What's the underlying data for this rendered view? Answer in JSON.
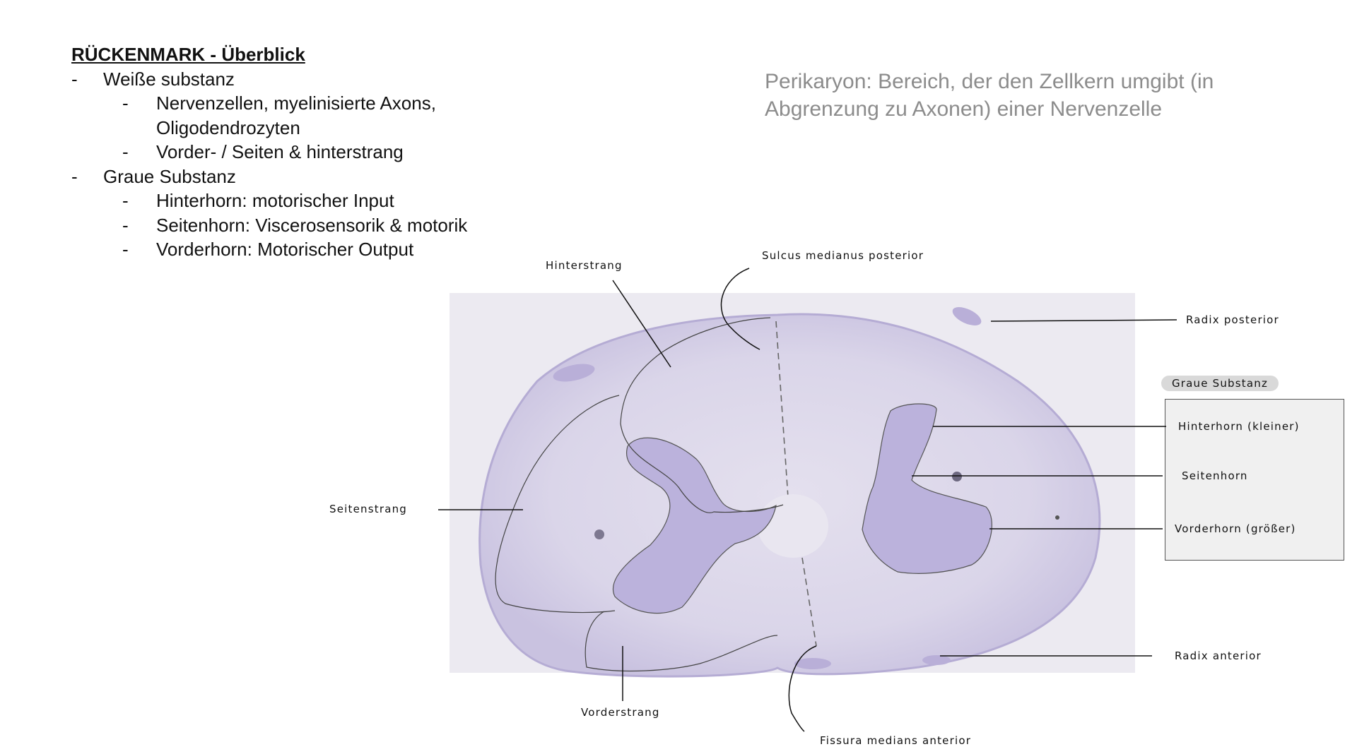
{
  "notes": {
    "title": "RÜCKENMARK - Überblick",
    "dash": "-",
    "items": [
      {
        "text": "Weiße substanz",
        "sub": [
          "Nervenzellen, myelinisierte Axons,\nOligodendrozyten",
          "Vorder- / Seiten & hinterstrang"
        ]
      },
      {
        "text": "Graue Substanz",
        "sub": [
          "Hinterhorn: motorischer Input",
          "Seitenhorn: Viscerosensorik & motorik",
          "Vorderhorn: Motorischer Output"
        ]
      }
    ]
  },
  "definition": "Perikaryon: Bereich, der den Zellkern umgibt (in Abgrenzung zu Axonen) einer Nervenzelle",
  "labels": {
    "hinterstrang": "Hinterstrang",
    "sulcus": "Sulcus medianus posterior",
    "radix_posterior": "Radix posterior",
    "seitenstrang": "Seitenstrang",
    "graue_substanz": "Graue Substanz",
    "hinterhorn": "Hinterhorn (kleiner)",
    "seitenhorn": "Seitenhorn",
    "vorderhorn": "Vorderhorn (größer)",
    "radix_anterior": "Radix anterior",
    "vorderstrang": "Vorderstrang",
    "fissura": "Fissura medians anterior"
  },
  "colors": {
    "slide_bg": "#eceaf1",
    "white_matter": "#d8d3e8",
    "grey_matter": "#bbb2dc",
    "definition_text": "#8c8c8c",
    "pill": "#d9d9d9",
    "box": "#f0f0f0"
  }
}
